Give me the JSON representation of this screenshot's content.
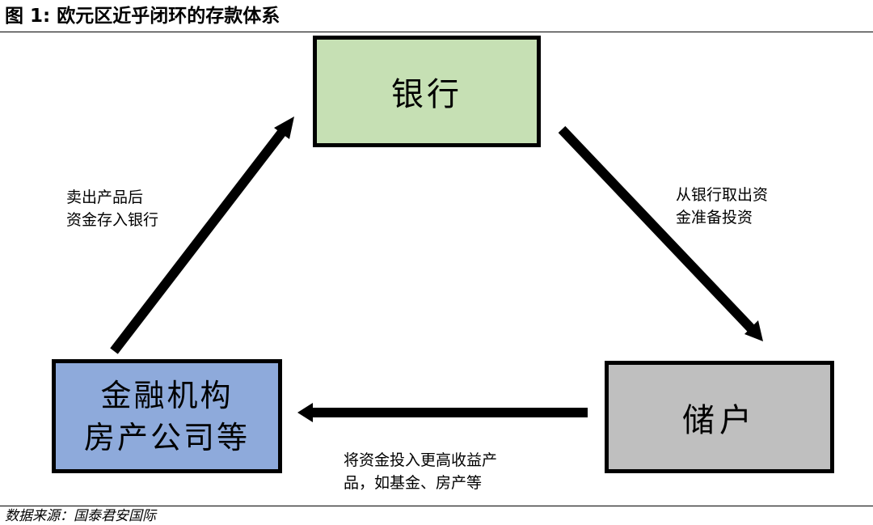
{
  "header": {
    "title": "图 1:  欧元区近乎闭环的存款体系"
  },
  "nodes": {
    "bank": "银行",
    "institutions_line1": "金融机构",
    "institutions_line2": "房产公司等",
    "depositors": "储户"
  },
  "arrows": {
    "inst_to_bank": {
      "line1": "卖出产品后",
      "line2": "资金存入银行"
    },
    "bank_to_dep": {
      "line1": "从银行取出资",
      "line2": "金准备投资"
    },
    "dep_to_inst": {
      "line1": "将资金投入更高收益产",
      "line2": "品，如基金、房产等"
    }
  },
  "footer": {
    "source": "数据来源：国泰君安国际"
  },
  "colors": {
    "bank_fill": "#c6e0b4",
    "institutions_fill": "#8eaadb",
    "depositors_fill": "#bfbfbf",
    "arrow": "#000000"
  }
}
